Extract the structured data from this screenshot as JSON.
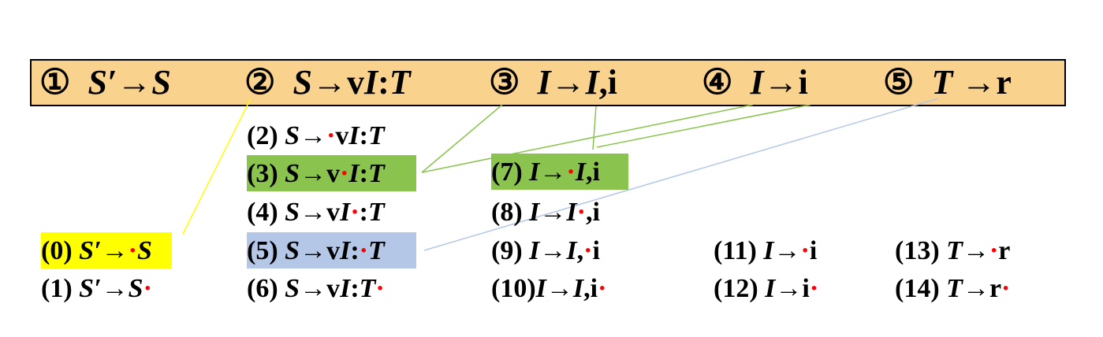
{
  "productions": [
    {
      "num": "①",
      "lhs": "S′",
      "arrow": "→",
      "rhs": "S"
    },
    {
      "num": "②",
      "lhs": "S",
      "arrow": "→",
      "rhs_a": "v",
      "rhs_b": "I",
      "rhs_c": ":",
      "rhs_d": "T"
    },
    {
      "num": "③",
      "lhs": "I",
      "arrow": "→",
      "rhs_a": "I",
      "rhs_b": ",i"
    },
    {
      "num": "④",
      "lhs": "I",
      "arrow": "→",
      "rhs": "i"
    },
    {
      "num": "⑤",
      "lhs": "T",
      "arrow": " →",
      "rhs": "r"
    }
  ],
  "items": {
    "i0": {
      "label": "(0) ",
      "lhs": "S′",
      "arrow": "→",
      "dot": "·",
      "rhs": "S"
    },
    "i1": {
      "label": "(1) ",
      "lhs": "S′",
      "arrow": "→",
      "rhs": "S",
      "dot": "·"
    },
    "i2": {
      "label": "(2) ",
      "lhs": "S",
      "arrow": "→",
      "dot": "·",
      "a": "v",
      "b": "I",
      "c": ":",
      "d": "T"
    },
    "i3": {
      "label": "(3) ",
      "lhs": "S",
      "arrow": "→",
      "a": "v",
      "dot": "·",
      "b": "I",
      "c": ":",
      "d": "T"
    },
    "i4": {
      "label": "(4) ",
      "lhs": "S",
      "arrow": "→",
      "a": "v",
      "b": "I",
      "dot": "·",
      "c": ":",
      "d": "T"
    },
    "i5": {
      "label": "(5) ",
      "lhs": "S",
      "arrow": "→",
      "a": "v",
      "b": "I",
      "c": ":",
      "dot": "·",
      "d": "T"
    },
    "i6": {
      "label": "(6) ",
      "lhs": "S",
      "arrow": "→",
      "a": "v",
      "b": "I",
      "c": ":",
      "d": "T",
      "dot": "·"
    },
    "i7": {
      "label": "(7)  ",
      "lhs": "I",
      "arrow": "→",
      "dot": "·",
      "a": "I",
      "b": ",i"
    },
    "i8": {
      "label": "(8)  ",
      "lhs": "I",
      "arrow": "→",
      "a": "I",
      "dot": "·",
      "b": ",i"
    },
    "i9": {
      "label": "(9)  ",
      "lhs": "I",
      "arrow": "→",
      "a": "I",
      "b": ",",
      "dot": "·",
      "c": "i"
    },
    "i10": {
      "label": "(10)",
      "lhs": "I",
      "arrow": "→",
      "a": "I",
      "b": ",i",
      "dot": "·"
    },
    "i11": {
      "label": "(11) ",
      "lhs": "I",
      "arrow": "→",
      "dot": "·",
      "rhs": "i"
    },
    "i12": {
      "label": "(12) ",
      "lhs": "I",
      "arrow": "→",
      "rhs": "i",
      "dot": "·"
    },
    "i13": {
      "label": "(13) ",
      "lhs": "T",
      "arrow": "→",
      "dot": "·",
      "rhs": "r"
    },
    "i14": {
      "label": "(14) ",
      "lhs": "T",
      "arrow": "→",
      "rhs": "r",
      "dot": "·"
    }
  },
  "colors": {
    "bar_fill": "#f9d28e",
    "highlight_yellow": "#ffff00",
    "highlight_green": "#8ac44e",
    "highlight_blue": "#b4c7e7",
    "line_yellow": "#ffff00",
    "line_green": "#8ac44e",
    "line_blue": "#b4c7e7",
    "dot_red": "#ff0000"
  }
}
